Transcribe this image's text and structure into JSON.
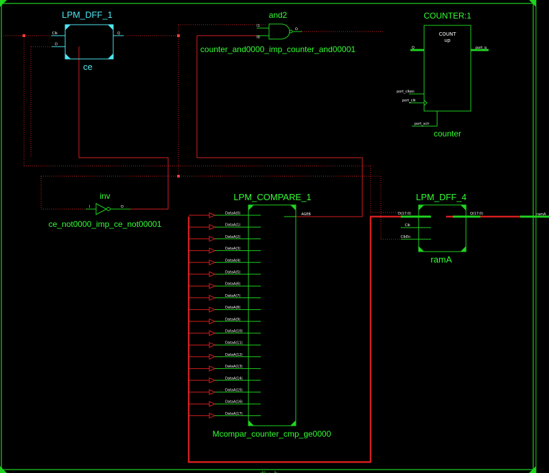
{
  "blocks": {
    "dff1": {
      "title": "LPM_DFF_1",
      "instance": "ce",
      "pins": {
        "clk": "Clk",
        "d": "D",
        "q": "Q"
      }
    },
    "and2": {
      "title": "and2",
      "instance": "counter_and0000_imp_counter_and00001",
      "pins": {
        "i1": "I1",
        "i0": "I0",
        "o": "O"
      }
    },
    "counter": {
      "title": "COUNTER:1",
      "instance": "counter",
      "line1": "COUNT",
      "line2": "up",
      "pins": {
        "q": "Q",
        "out": "port_q",
        "clken": "port_clken",
        "clk": "port_clk",
        "sclr": "port_sclr"
      }
    },
    "inv": {
      "title": "inv",
      "instance": "ce_not0000_imp_ce_not00001",
      "pins": {
        "i": "I",
        "o": "O"
      }
    },
    "compare": {
      "title": "LPM_COMPARE_1",
      "instance": "Mcompar_counter_cmp_ge0000",
      "out_pin": "AGEB",
      "pins": [
        "DataA(0)",
        "DataA(1)",
        "DataA(2)",
        "DataA(3)",
        "DataA(4)",
        "DataA(5)",
        "DataA(6)",
        "DataA(7)",
        "DataA(8)",
        "DataA(9)",
        "DataA(10)",
        "DataA(11)",
        "DataA(12)",
        "DataA(13)",
        "DataA(14)",
        "DataA(15)",
        "DataA(16)",
        "DataA(17)"
      ]
    },
    "dff4": {
      "title": "LPM_DFF_4",
      "instance": "ramA",
      "pins": {
        "d": "D(17:0)",
        "clk": "Clk",
        "clken": "ClkEn",
        "q": "Q(17:0)"
      }
    },
    "port_right": {
      "label": "ramA"
    },
    "bottom_label": "div_b"
  }
}
